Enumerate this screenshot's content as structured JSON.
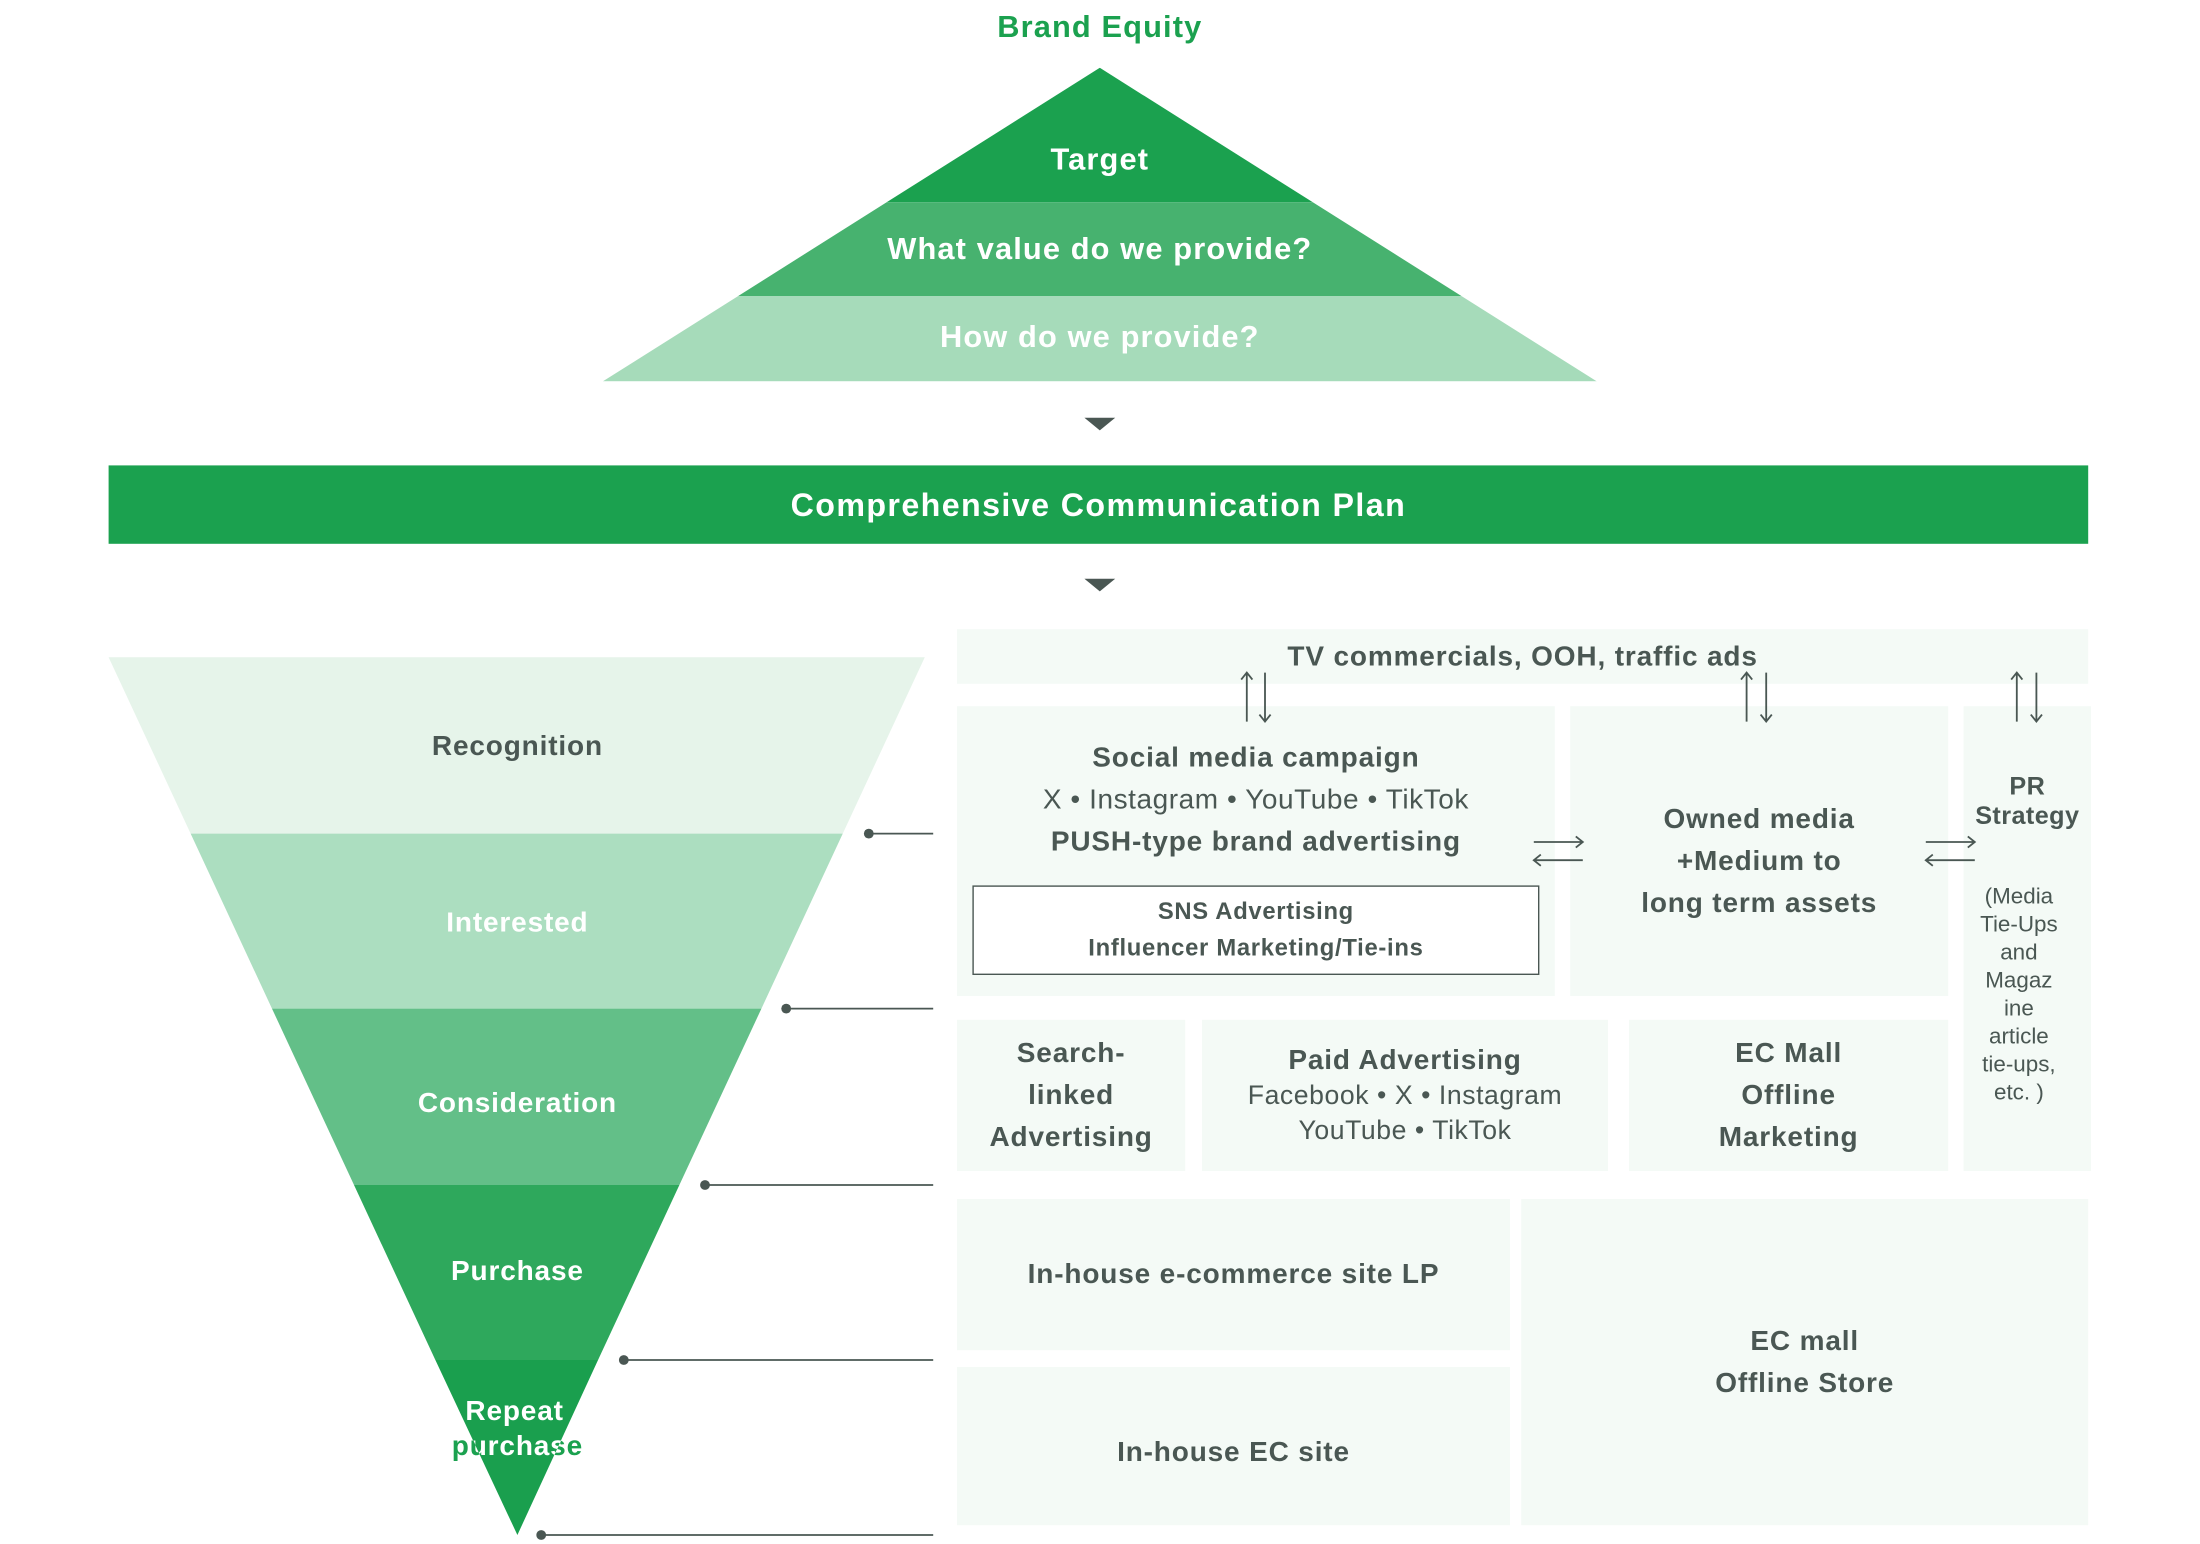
{
  "header": {
    "title": "Brand Equity"
  },
  "pyramid": {
    "levels": [
      "Target",
      "What value do we provide?",
      "How do we provide?"
    ]
  },
  "plan": {
    "label": "Comprehensive Communication Plan"
  },
  "funnel": {
    "stages": [
      "Recognition",
      "Interested",
      "Consideration",
      "Purchase"
    ],
    "last_stage_lines": [
      "Repeat",
      "purchase"
    ]
  },
  "channels": {
    "mass": "TV commercials, OOH, traffic ads",
    "social": {
      "title": "Social media campaign",
      "platforms": "X • Instagram • YouTube • TikTok",
      "subtitle": "PUSH-type brand advertising",
      "tags": [
        "SNS Advertising",
        "Influencer Marketing/Tie-ins"
      ]
    },
    "owned": {
      "lines": [
        "Owned media",
        "+Medium to",
        "long term assets"
      ]
    },
    "pr": {
      "title_lines": [
        "PR",
        "Strategy"
      ],
      "note_lines": [
        "(Media",
        "Tie-Ups",
        "and",
        "Magaz",
        "ine",
        "article",
        "tie-ups,",
        "etc. )"
      ]
    },
    "search": {
      "lines": [
        "Search-",
        "linked",
        "Advertising"
      ]
    },
    "paid": {
      "title": "Paid Advertising",
      "platform_lines": [
        "Facebook • X • Instagram",
        "YouTube • TikTok"
      ]
    },
    "ec_marketing": {
      "lines": [
        "EC Mall",
        "Offline",
        "Marketing"
      ]
    },
    "lp": "In-house e-commerce site LP",
    "ec_site": "In-house EC site",
    "ec_store": {
      "lines": [
        "EC mall",
        "Offline Store"
      ]
    }
  },
  "colors": {
    "brand_green": "#1ba14f",
    "text_dark": "#4a5753",
    "pyramid": [
      "#1ba14f",
      "#47b26f",
      "#a6dbba"
    ],
    "funnel": [
      "#e6f4ea",
      "#acdec0",
      "#63bf88",
      "#2ea85c",
      "#1a9f4e"
    ]
  }
}
